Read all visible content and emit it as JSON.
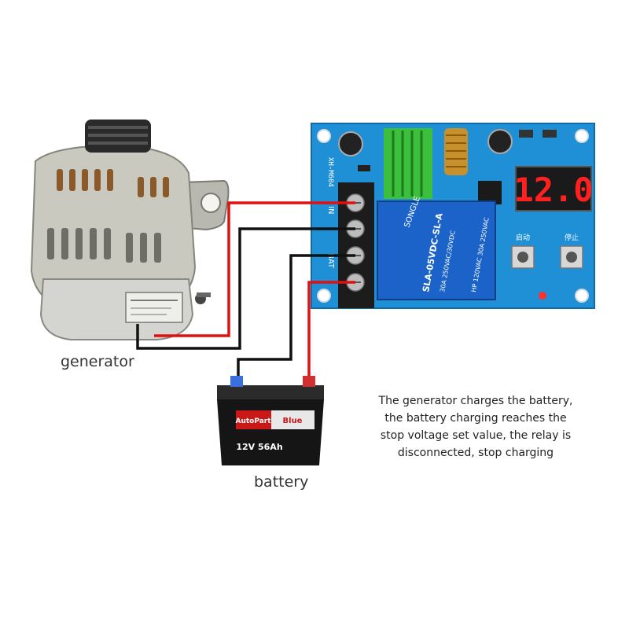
{
  "labels": {
    "generator": "generator",
    "battery": "battery"
  },
  "description_lines": [
    "The generator charges the battery,",
    "the battery charging reaches the",
    "stop voltage set value, the relay is",
    "disconnected, stop charging"
  ],
  "board": {
    "model": "XH-M604",
    "display": "12.0",
    "terminal_in": "IN",
    "terminal_bat": "BAT",
    "start_button_label": "启动",
    "stop_button_label": "停止"
  },
  "relay": {
    "brand": "SONGLE",
    "model": "SLA-05VDC-SL-A",
    "rating_1": "30A 250VAC/30VDC",
    "rating_2": "HP 120VAC 30A 250VAC"
  },
  "battery_label": {
    "brand": "AutoPart",
    "line": "Blue",
    "spec": "12V 56Ah"
  },
  "colors": {
    "board": "#1f8fd6",
    "display_digits": "#ff2020",
    "wire_positive": "#e01010",
    "wire_negative": "#111111",
    "heatsink": "#3cbf3c",
    "relay": "#1b63c9"
  },
  "icons": [
    "generator-icon",
    "battery-icon",
    "relay-icon",
    "display-icon"
  ]
}
